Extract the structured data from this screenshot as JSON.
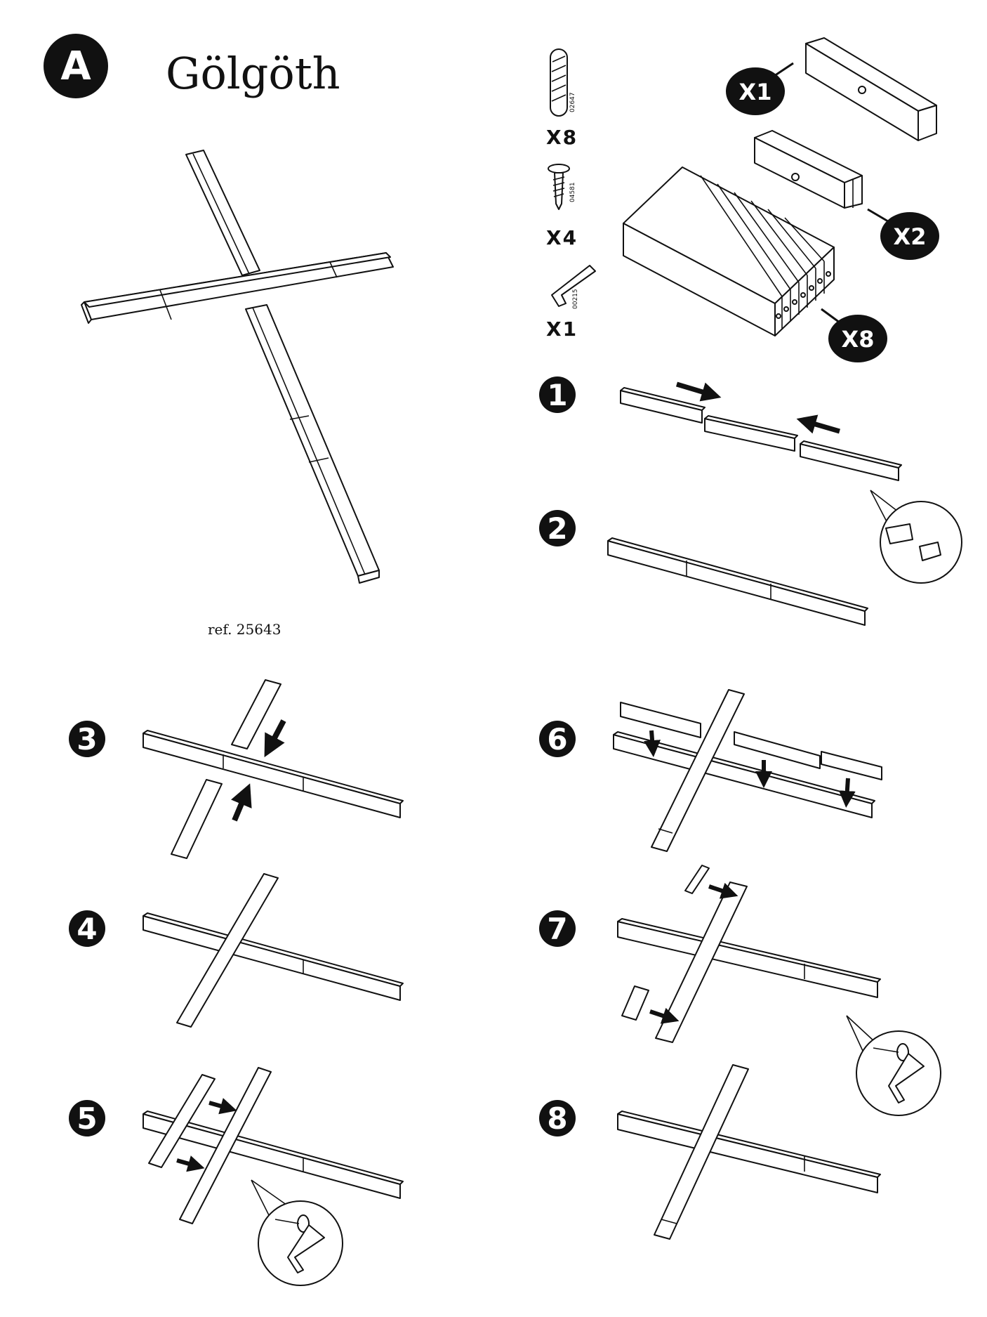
{
  "document": {
    "section_badge": "A",
    "product_name": "Gölgöth",
    "reference": "ref. 25643"
  },
  "hardware": [
    {
      "icon": "wooden-dowel-icon",
      "code": "02647",
      "quantity": "X8"
    },
    {
      "icon": "cam-screw-icon",
      "code": "04581",
      "quantity": "X4"
    },
    {
      "icon": "allen-key-icon",
      "code": "00215",
      "quantity": "X1"
    }
  ],
  "parts": [
    {
      "icon": "long-plank-icon",
      "quantity": "X1"
    },
    {
      "icon": "short-block-icon",
      "quantity": "X2"
    },
    {
      "icon": "plank-stack-icon",
      "quantity": "X8"
    }
  ],
  "steps": [
    "1",
    "2",
    "3",
    "4",
    "5",
    "6",
    "7",
    "8"
  ],
  "colors": {
    "ink": "#111111",
    "paper": "#ffffff"
  }
}
